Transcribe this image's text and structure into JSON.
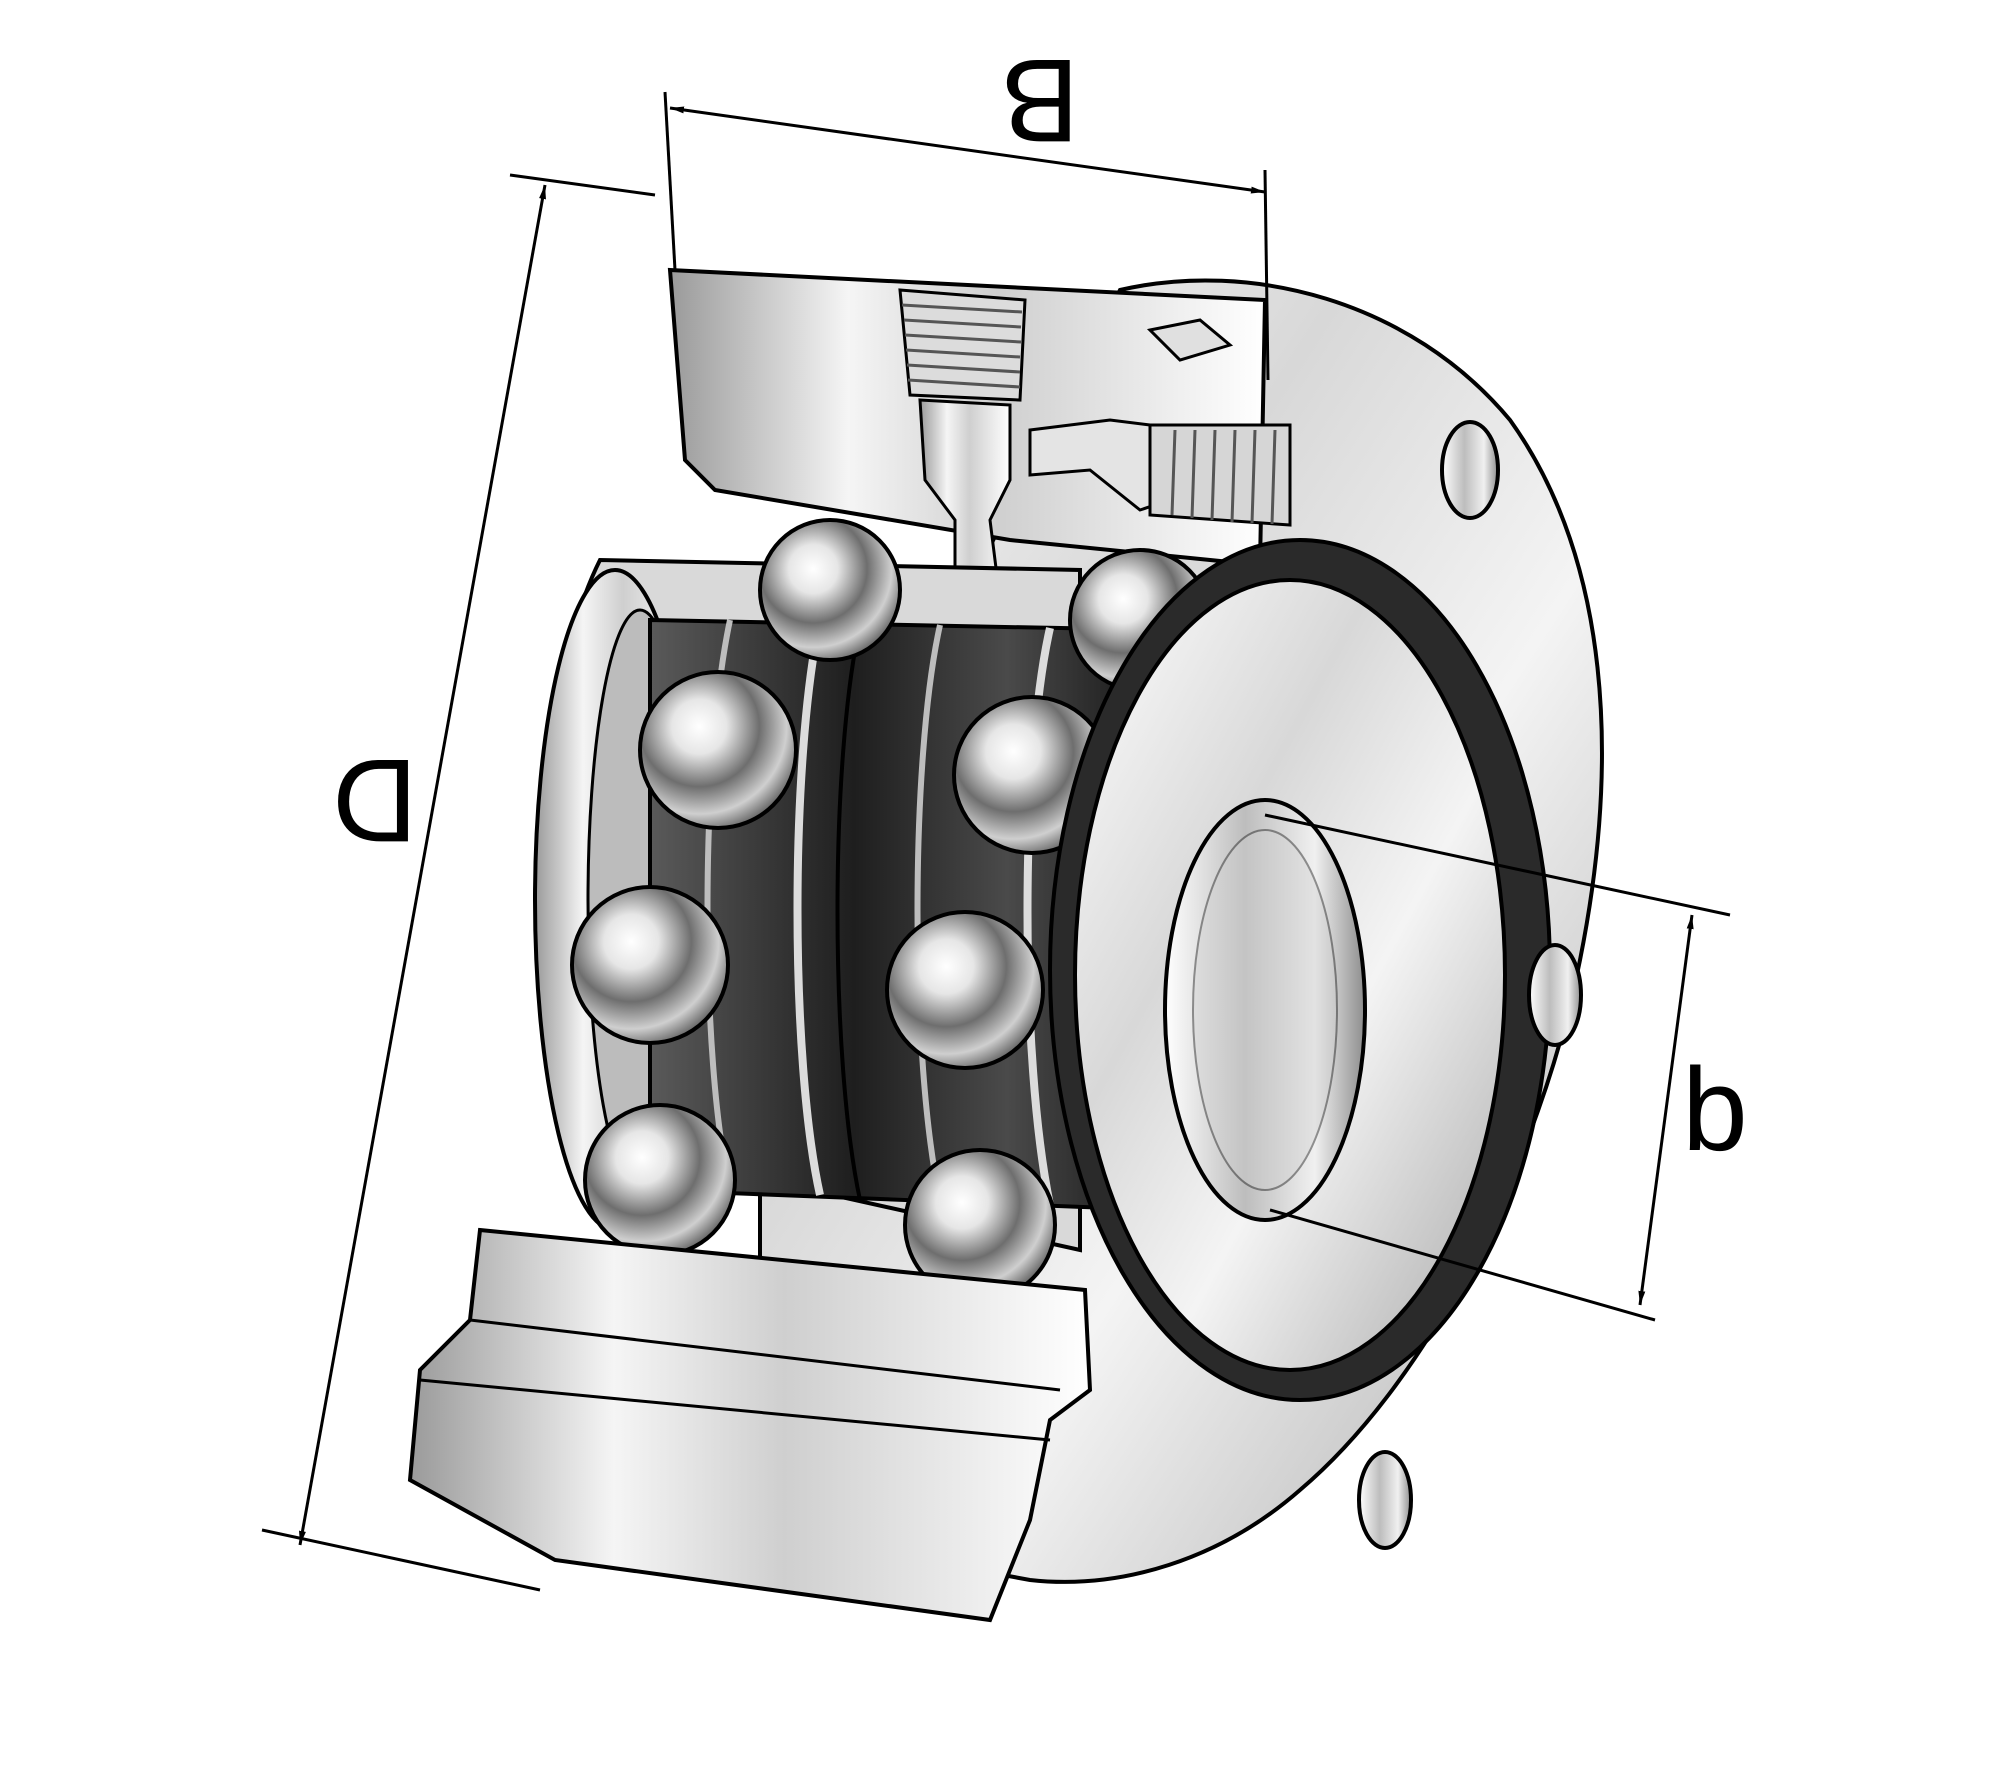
{
  "figure": {
    "colors": {
      "background": "#ffffff",
      "outline": "#000000",
      "steel_light": "#f2f2f2",
      "steel_mid": "#b5b5b5",
      "steel_dark": "#3a3a3a",
      "cage_dark": "#242424"
    },
    "dimensions": {
      "B": "B",
      "D": "D",
      "b": "b"
    }
  }
}
